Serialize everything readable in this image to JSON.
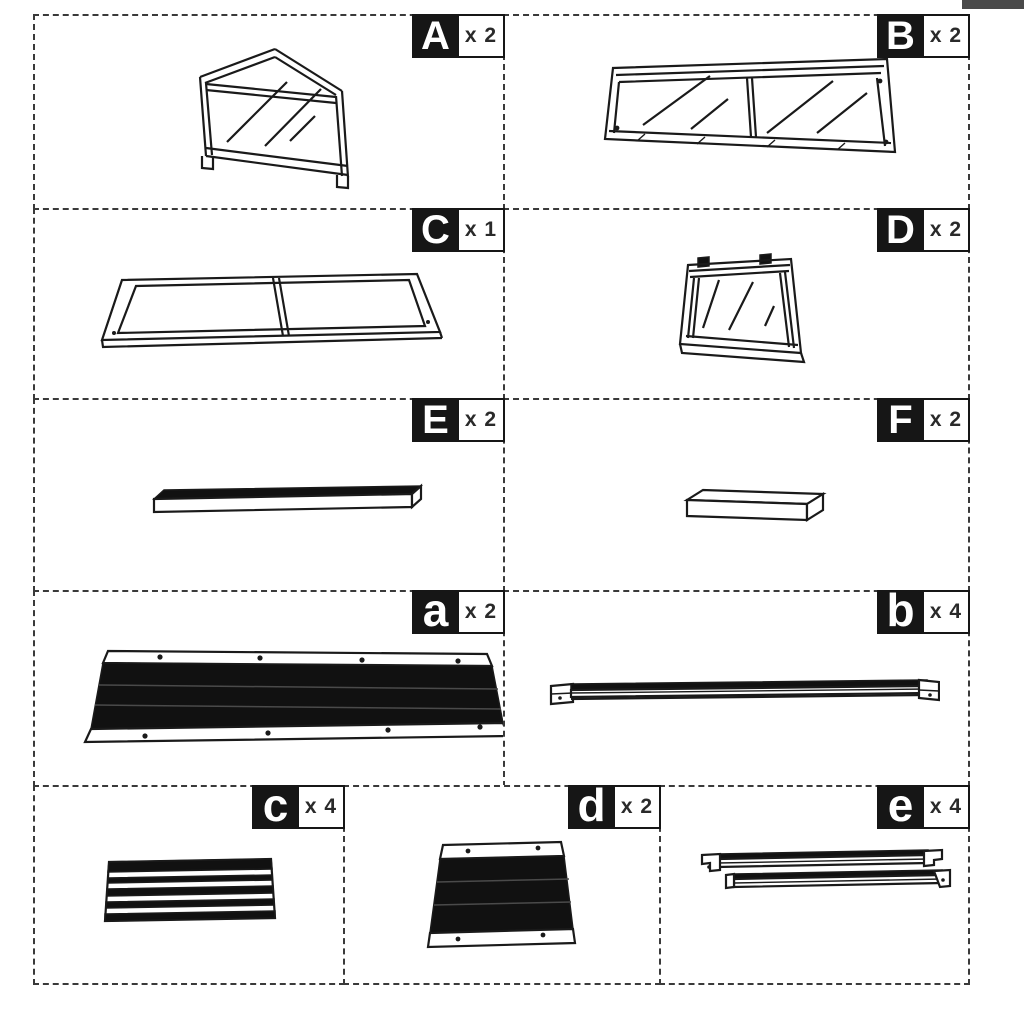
{
  "page": {
    "kind": "assembly-manual-parts-list"
  },
  "colors": {
    "background": "#ffffff",
    "label_badge_bg": "#161616",
    "label_badge_fg": "#ffffff",
    "dashed_border": "#3a3a3a",
    "line_art": "#1a1a1a"
  },
  "parts": {
    "A": {
      "label": "A",
      "qty": "x 2",
      "illustration": "gable-roof-end-glass-panel"
    },
    "B": {
      "label": "B",
      "qty": "x 2",
      "illustration": "long-side-glass-panel"
    },
    "C": {
      "label": "C",
      "qty": "x 1",
      "illustration": "rectangular-base-frame"
    },
    "D": {
      "label": "D",
      "qty": "x 2",
      "illustration": "small-glass-window-with-clips"
    },
    "E": {
      "label": "E",
      "qty": "x 2",
      "illustration": "long-thin-board"
    },
    "F": {
      "label": "F",
      "qty": "x 2",
      "illustration": "short-board"
    },
    "a": {
      "label": "a",
      "qty": "x 2",
      "illustration": "large-corrugated-roof-sheet"
    },
    "b": {
      "label": "b",
      "qty": "x 4",
      "illustration": "long-profile-rail"
    },
    "c": {
      "label": "c",
      "qty": "x 4",
      "illustration": "small-corrugated-piece"
    },
    "d": {
      "label": "d",
      "qty": "x 2",
      "illustration": "corrugated-end-sheet"
    },
    "e": {
      "label": "e",
      "qty": "x 4",
      "illustration": "pair-of-edge-rails"
    }
  }
}
